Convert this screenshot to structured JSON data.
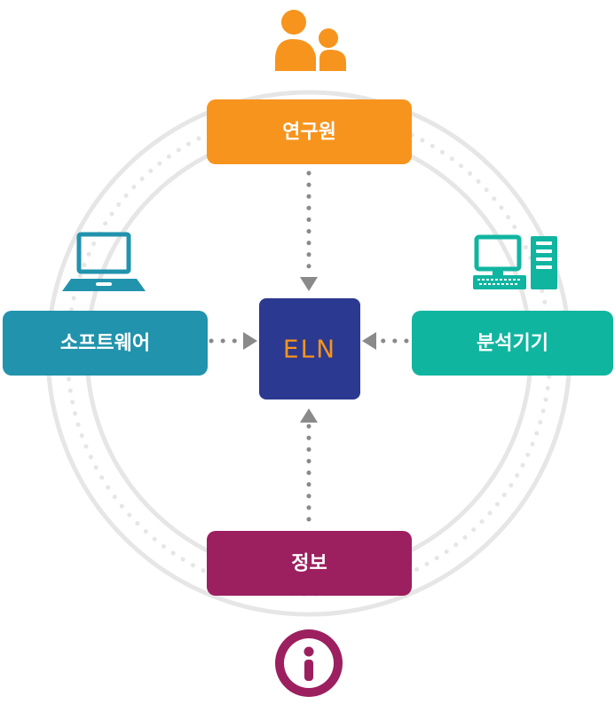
{
  "nodes": {
    "researcher": {
      "label": "연구원",
      "color": "#f7941d",
      "icon": "people-icon"
    },
    "software": {
      "label": "소프트웨어",
      "color": "#2193ad",
      "icon": "laptop-icon"
    },
    "instrument": {
      "label": "분석기기",
      "color": "#10b5a0",
      "icon": "desktop-computer-icon"
    },
    "information": {
      "label": "정보",
      "color": "#9c1f5f",
      "icon": "info-icon"
    }
  },
  "core": {
    "label": "ELN",
    "color": "#2b3990",
    "text_color": "#f7941d"
  },
  "colors": {
    "ring": "#e6e6e6",
    "dots": "#e6e6e6",
    "arrow": "#8a8a8a"
  }
}
